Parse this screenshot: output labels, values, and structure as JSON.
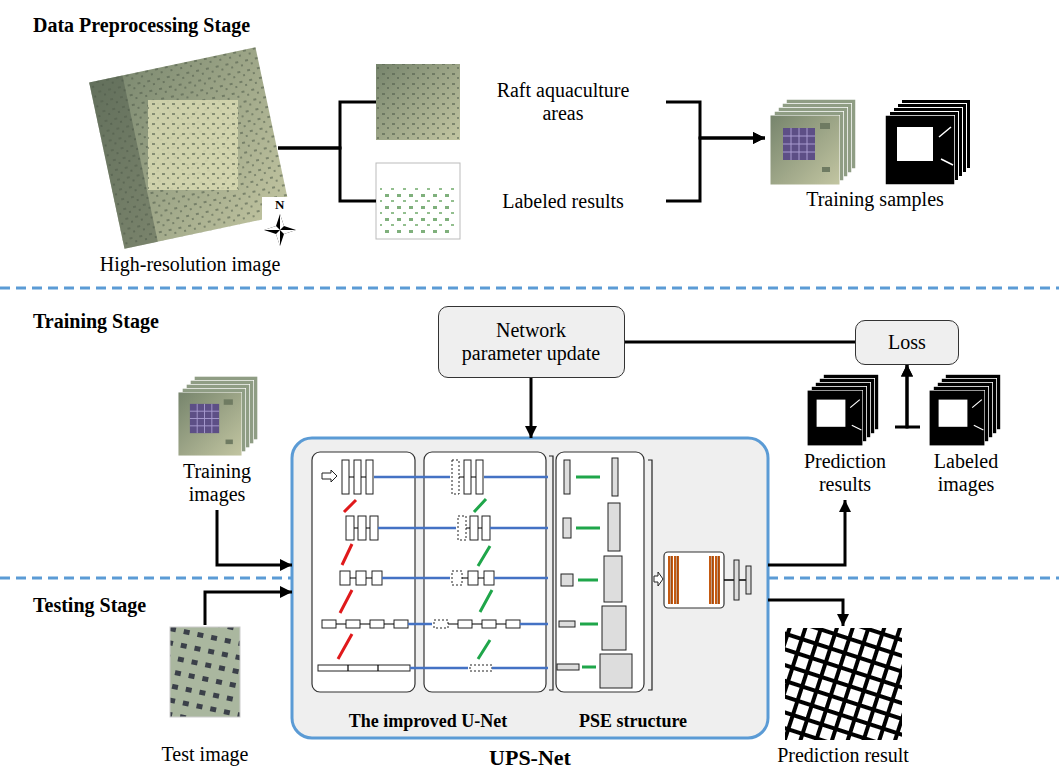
{
  "diagram": {
    "nodes": [
      {
        "text": [
          "High-resolution image"
        ]
      },
      {
        "text": [
          "Raft aquaculture areas"
        ]
      },
      {
        "text": [
          "Labeled results"
        ]
      },
      {
        "text": [
          "Training samples"
        ]
      },
      {
        "text": [
          "Network parameter update"
        ]
      },
      {
        "text": [
          "Loss"
        ]
      },
      {
        "text": [
          "Training images"
        ]
      },
      {
        "text": [
          "UPS-Net"
        ]
      },
      {
        "text": [
          "The improved U-Net"
        ],
        "in": 7
      },
      {
        "text": [
          "PSE structure"
        ],
        "in": 7
      },
      {
        "text": [
          "Prediction results"
        ]
      },
      {
        "text": [
          "Labeled images"
        ]
      },
      {
        "text": [
          "Test image"
        ]
      },
      {
        "text": [
          "Prediction result"
        ]
      }
    ],
    "edges": [
      {
        "from": 0,
        "to": 1,
        "arrow": "none"
      },
      {
        "from": 0,
        "to": 2,
        "arrow": "none"
      },
      {
        "from": 1,
        "to": 3,
        "arrow": "to"
      },
      {
        "from": 2,
        "to": 3,
        "arrow": "to"
      },
      {
        "from": 5,
        "to": 4,
        "arrow": "none"
      },
      {
        "from": 4,
        "to": 7,
        "arrow": "to"
      },
      {
        "from": 6,
        "to": 7,
        "arrow": "to"
      },
      {
        "from": 12,
        "to": 7,
        "arrow": "to"
      },
      {
        "from": 7,
        "to": 10,
        "arrow": "to"
      },
      {
        "from": 10,
        "to": 5,
        "arrow": "to"
      },
      {
        "from": 11,
        "to": 5,
        "arrow": "to"
      },
      {
        "from": 7,
        "to": 13,
        "arrow": "to"
      }
    ],
    "labels": [
      "Data Preprocessing Stage",
      "Training Stage",
      "Testing Stage",
      "N"
    ]
  }
}
